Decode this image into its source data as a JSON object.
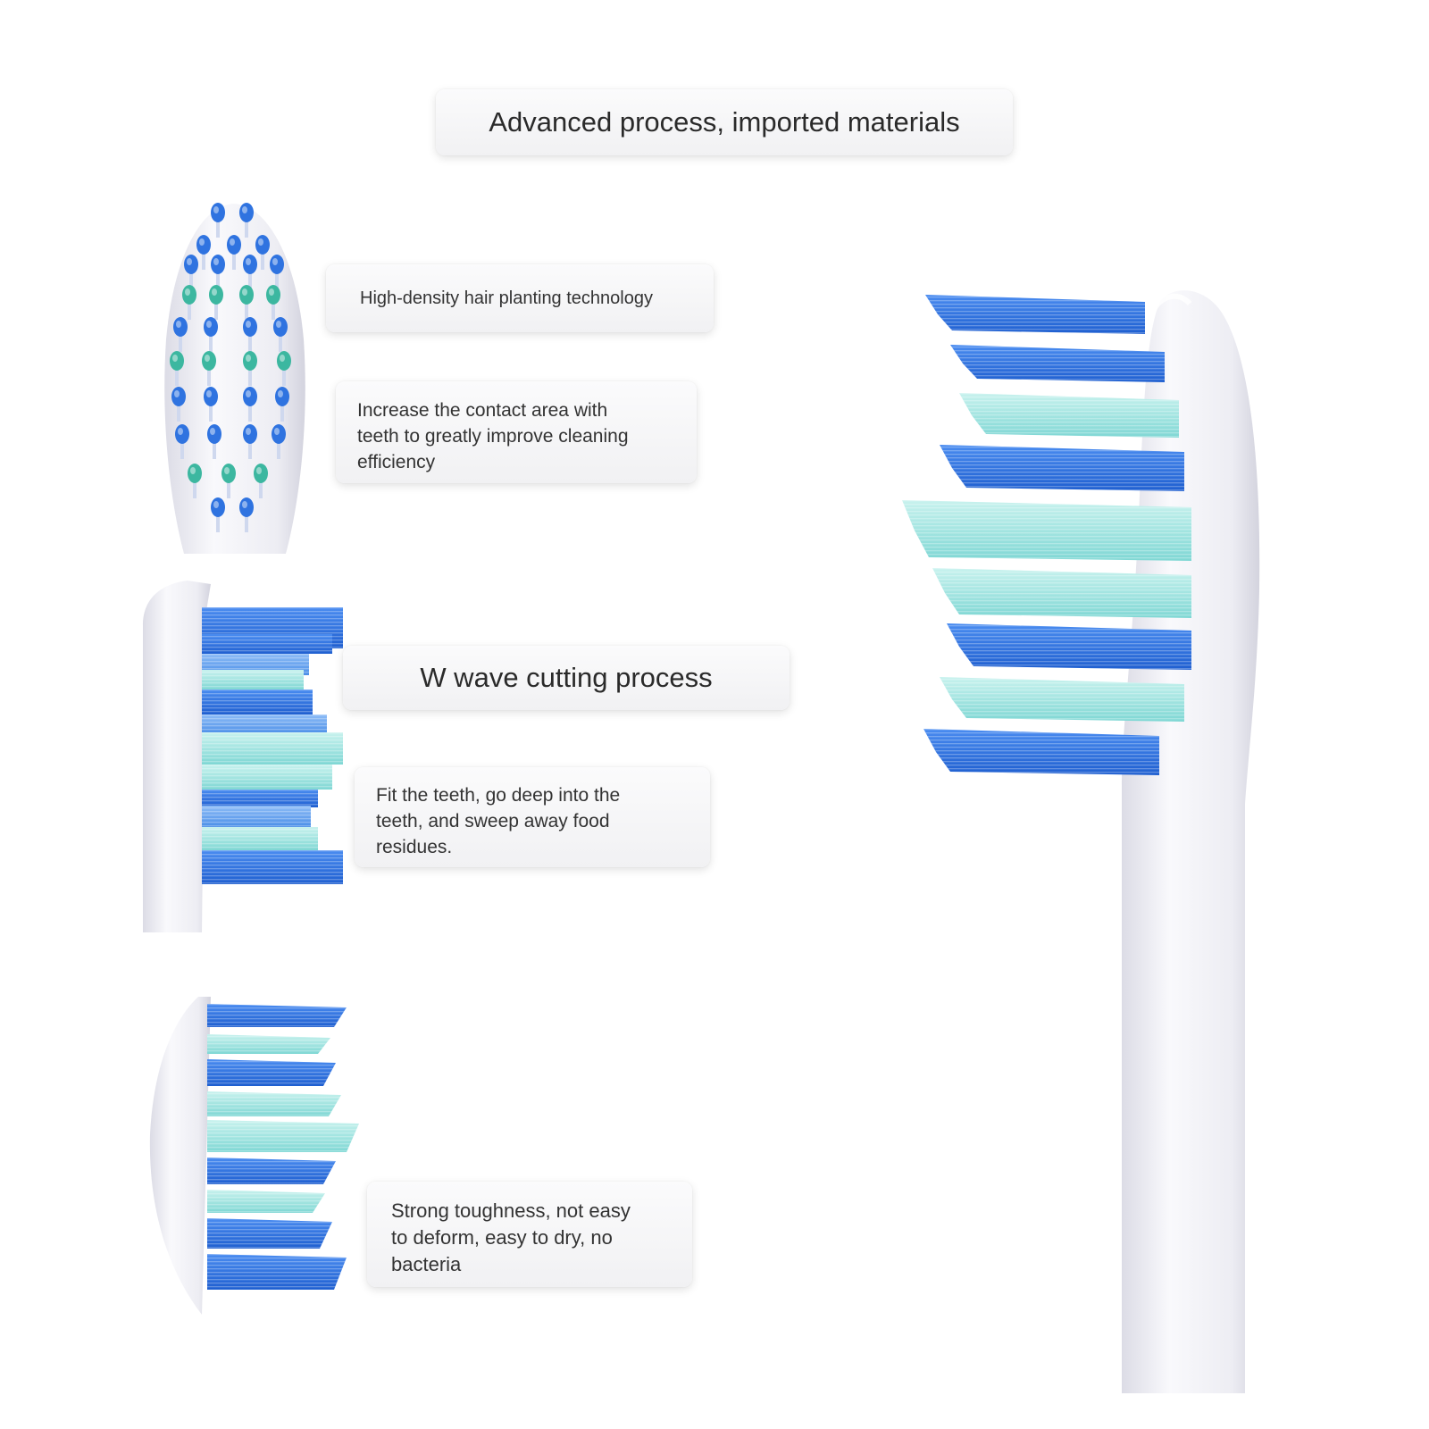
{
  "title": "Advanced process, imported materials",
  "features": {
    "density": "High-density hair planting technology",
    "contact": "Increase the contact area with\nteeth to greatly improve cleaning\nefficiency",
    "wave": "W wave cutting process",
    "fit": "Fit the teeth, go deep into the\nteeth, and sweep away food\nresidues.",
    "tough": "Strong toughness, not easy\nto deform, easy to dry, no\nbacteria"
  },
  "colors": {
    "bristle_blue": "#2f73e0",
    "bristle_light_blue": "#5aa0ee",
    "bristle_aqua": "#8fe0dc",
    "bristle_green": "#3cb7a0",
    "handle": "#f3f3f7"
  },
  "icons": [
    "toothbrush-head-top-view",
    "toothbrush-head-side-view",
    "toothbrush-head-angled-view",
    "toothbrush-head-large"
  ]
}
